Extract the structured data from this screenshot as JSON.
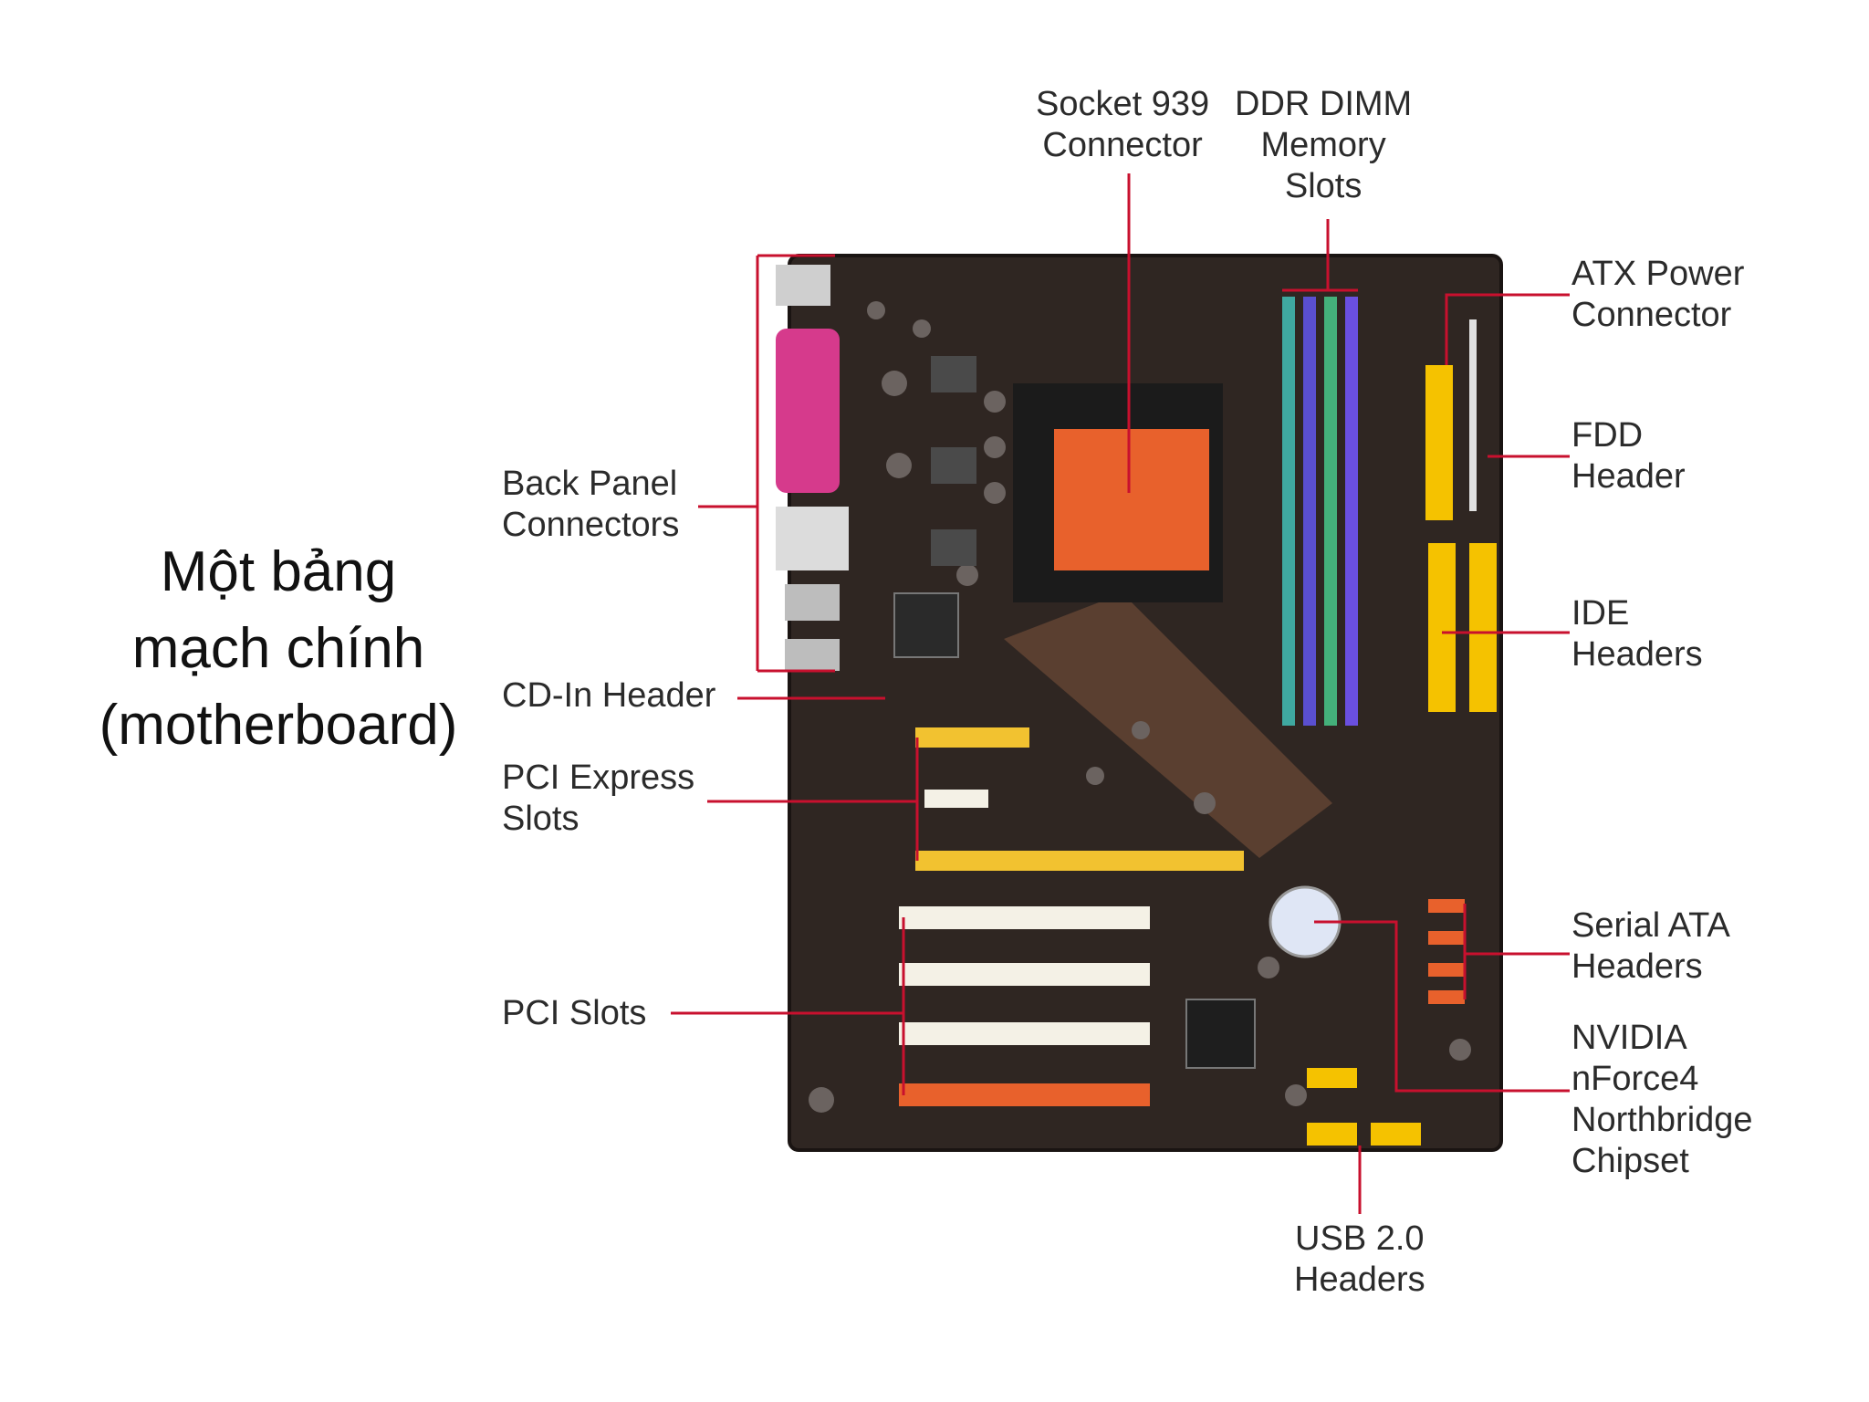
{
  "slide": {
    "title_lines": [
      "Một bảng",
      "mạch chính",
      "(motherboard)"
    ]
  },
  "labels": {
    "socket": [
      "Socket 939",
      "Connector"
    ],
    "dimm": [
      "DDR DIMM",
      "Memory",
      "Slots"
    ],
    "atx": [
      "ATX Power",
      "Connector"
    ],
    "fdd": [
      "FDD",
      "Header"
    ],
    "ide": [
      "IDE",
      "Headers"
    ],
    "back_panel": [
      "Back Panel",
      "Connectors"
    ],
    "cd_in": [
      "CD-In Header"
    ],
    "pcie": [
      "PCI Express",
      "Slots"
    ],
    "pci": [
      "PCI Slots"
    ],
    "sata": [
      "Serial ATA",
      "Headers"
    ],
    "nvidia": [
      "NVIDIA",
      "nForce4",
      "Northbridge",
      "Chipset"
    ],
    "usb": [
      "USB 2.0",
      "Headers"
    ]
  },
  "colors": {
    "leader": "#c8102e",
    "board": "#2f2622",
    "cpu_socket": "#e8612c",
    "pcie_slot": "#f2c230",
    "pci_slot": "#f4f1e6",
    "ide_slot": "#f5c200",
    "dimm_1": "#3fa8a0",
    "dimm_2": "#5a4fd0",
    "dimm_3": "#44b07a",
    "dimm_4": "#6a4fe0",
    "serial_port": "#d63a8c"
  }
}
